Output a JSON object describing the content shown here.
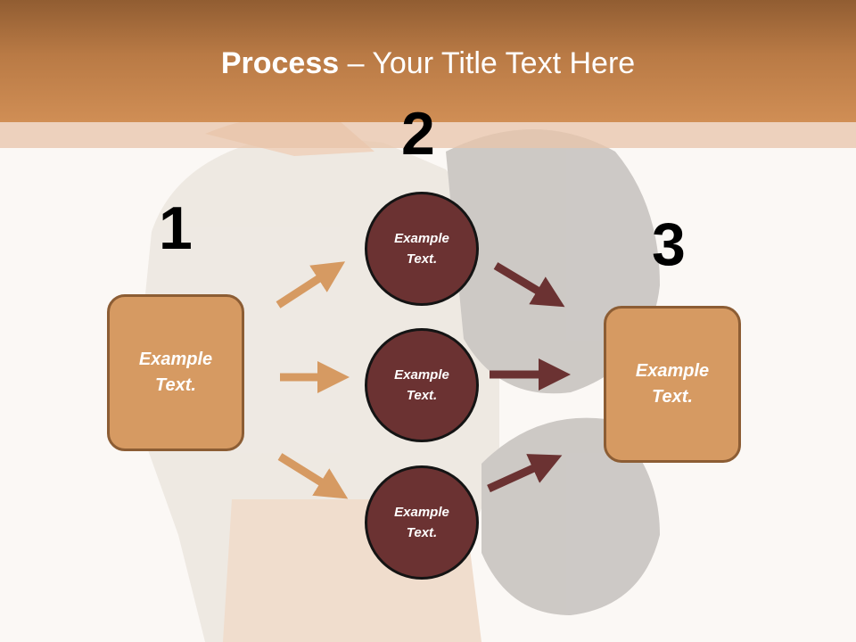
{
  "slide": {
    "title_bold": "Process",
    "title_rest": " – Your Title Text Here"
  },
  "steps": [
    {
      "number": "1",
      "label": "Example\nText."
    },
    {
      "number": "2"
    },
    {
      "number": "3",
      "label": "Example\nText."
    }
  ],
  "nodes": [
    {
      "label": "Example\nText."
    },
    {
      "label": "Example\nText."
    },
    {
      "label": "Example\nText."
    }
  ],
  "colors": {
    "header": "#c9884f",
    "box_fill": "#d69a62",
    "box_border": "#8c5d34",
    "circle_fill": "#6b3232",
    "arrow_light": "#d69a62",
    "arrow_dark": "#6b3232"
  }
}
